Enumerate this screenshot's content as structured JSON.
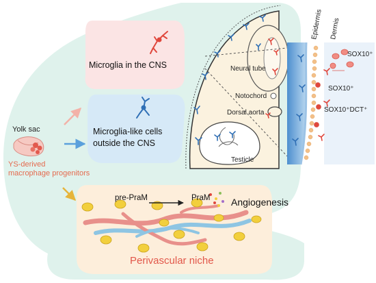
{
  "labels": {
    "yolk_sac": "Yolk sac",
    "progenitors_line1": "YS-derived",
    "progenitors_line2": "macrophage progenitors",
    "microglia_cns": "Microglia in the CNS",
    "microglia_like_line1": "Microglia-like cells",
    "microglia_like_line2": "outside the CNS",
    "neural_tube": "Neural tube",
    "notochord": "Notochord",
    "dorsal_aorta": "Dorsal aorta",
    "testicle": "Testicle",
    "epidermis": "Epidermis",
    "dermis": "Dermis",
    "sox10_a": "SOX10⁺",
    "sox10_b": "SOX10⁺",
    "sox10_dct": "SOX10⁺DCT⁺",
    "pre_pram": "pre-PraM",
    "pram": "PraM",
    "angiogenesis": "Angiogenesis",
    "perivascular_niche": "Perivascular niche"
  },
  "colors": {
    "outer_region": "#dff2ec",
    "cns_box": "#fbe4e4",
    "outside_cns_box": "#d6e9f7",
    "embryo_body": "#fbf2df",
    "perivascular_box": "#fdeedb",
    "microglia_red": "#e0473c",
    "microglia_blue": "#2f6fb5",
    "progenitor_text": "#e46a4e",
    "niche_text": "#e2574a",
    "yellow_cell": "#f2cf3d",
    "vessel_red": "#e8908b",
    "vessel_blue": "#8ec5e3"
  },
  "icons": [
    "yolk-sac-icon",
    "microglia-cell-icon",
    "macrophage-cell-icon",
    "blood-vessel-icon",
    "arrow-icon"
  ]
}
